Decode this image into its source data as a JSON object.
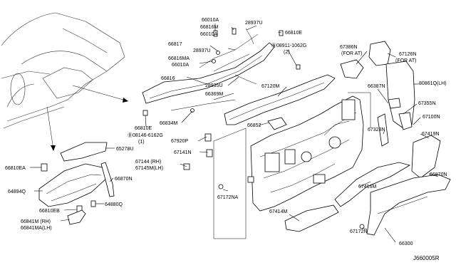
{
  "diagram_code": "J660005R",
  "labels": [
    {
      "id": "p66010A_top",
      "text": "66010A"
    },
    {
      "id": "p28937U_top",
      "text": "28937U"
    },
    {
      "id": "p66816M",
      "text": "66816M"
    },
    {
      "id": "p66010A_2",
      "text": "66010A"
    },
    {
      "id": "p66810E_top",
      "text": "66810E"
    },
    {
      "id": "p66817",
      "text": "66817"
    },
    {
      "id": "p28937U_mid",
      "text": "28937U"
    },
    {
      "id": "p08911",
      "text": "Ⓝ08911-1062G"
    },
    {
      "id": "p08911_qty",
      "text": "(2)"
    },
    {
      "id": "p66816MA",
      "text": "66816MA"
    },
    {
      "id": "p66010A_3",
      "text": "66010A"
    },
    {
      "id": "p66816",
      "text": "66816"
    },
    {
      "id": "p28935U",
      "text": "28935U"
    },
    {
      "id": "p66369M",
      "text": "66369M"
    },
    {
      "id": "p67120M",
      "text": "67120M"
    },
    {
      "id": "p67386N",
      "text": "67386N"
    },
    {
      "id": "p67386N_note",
      "text": "(FOR AT)"
    },
    {
      "id": "p67126N",
      "text": "67126N"
    },
    {
      "id": "p67126N_note",
      "text": "(FOR AT)"
    },
    {
      "id": "p80861Q",
      "text": "80861Q(LH)"
    },
    {
      "id": "p66387N",
      "text": "66387N"
    },
    {
      "id": "p67355N",
      "text": "67355N"
    },
    {
      "id": "p67100N",
      "text": "67100N"
    },
    {
      "id": "p66810E_left",
      "text": "66810E"
    },
    {
      "id": "p08146",
      "text": "Ⓑ08146-6162G"
    },
    {
      "id": "p08146_qty",
      "text": "(1)"
    },
    {
      "id": "p66834M",
      "text": "66834M"
    },
    {
      "id": "p66852",
      "text": "66852"
    },
    {
      "id": "p67323N",
      "text": "67323N"
    },
    {
      "id": "p67419N",
      "text": "67419N"
    },
    {
      "id": "p65278U",
      "text": "65278U"
    },
    {
      "id": "p67920P",
      "text": "67920P"
    },
    {
      "id": "p67141N",
      "text": "67141N"
    },
    {
      "id": "p67144",
      "text": "67144 (RH)"
    },
    {
      "id": "p67145M",
      "text": "67145M(LH)"
    },
    {
      "id": "p66810EA",
      "text": "66810EA"
    },
    {
      "id": "p66870N_left",
      "text": "66870N"
    },
    {
      "id": "p66870N_right",
      "text": "66870N"
    },
    {
      "id": "p67416M",
      "text": "67416M"
    },
    {
      "id": "p64894Q",
      "text": "64894Q"
    },
    {
      "id": "p66810EB",
      "text": "66810EB"
    },
    {
      "id": "p64880Q",
      "text": "64880Q"
    },
    {
      "id": "p66841M",
      "text": "66841M (RH)"
    },
    {
      "id": "p66841MA",
      "text": "66841MA(LH)"
    },
    {
      "id": "p67172NA",
      "text": "67172NA"
    },
    {
      "id": "p67414M",
      "text": "67414M"
    },
    {
      "id": "p67172N",
      "text": "67172N"
    },
    {
      "id": "p66300",
      "text": "66300"
    }
  ]
}
